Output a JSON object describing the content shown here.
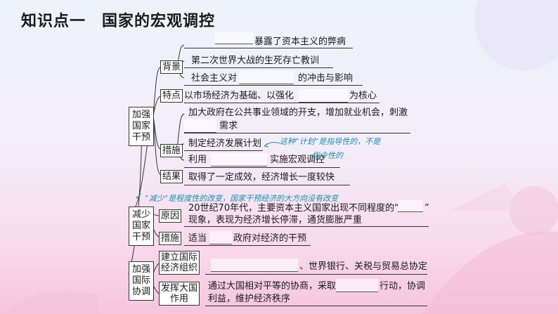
{
  "title": "知识点一　国家的宏观调控",
  "section1": {
    "label_lines": [
      "加强",
      "国家",
      "干预"
    ],
    "background": {
      "label": "背景",
      "items": [
        "暴露了资本主义的弊病",
        "第二次世界大战的生死存亡教训",
        "社会主义对",
        "的冲击与影响"
      ]
    },
    "features": {
      "label": "特点",
      "item_pre": "以市场经济为基础、以强化",
      "item_post": "为核心"
    },
    "measures": {
      "label": "措施",
      "item1_line1": "加大政府在公共事业领域的开支，增加就业机会，刺激",
      "item1_line2": "需求",
      "item2": "制定经济发展计划",
      "item3_pre": "利用",
      "item3_post": "实施宏观调控",
      "note_line1": "这种“计划”是指导性的，不是",
      "note_line2": "指令性的"
    },
    "result": {
      "label": "结果",
      "item": "取得了一定成效，经济增长一度较快"
    }
  },
  "note_middle": "“减少”是程度性的改变，国家干预经济的大方向没有改变",
  "section2": {
    "label_lines": [
      "减少",
      "国家",
      "干预"
    ],
    "cause": {
      "label": "原因",
      "line1_pre": "20世纪70年代，主要资本主义国家出现不同程度的“",
      "line1_post": "”",
      "line2": "现象，表现为经济增长停滞，通货膨胀严重"
    },
    "measures": {
      "label": "措施",
      "item_pre": "适当",
      "item_post": "政府对经济的干预"
    }
  },
  "section3": {
    "label_lines": [
      "加强",
      "国际",
      "协调"
    ],
    "org": {
      "label_lines": [
        "建立国际",
        "经济组织"
      ],
      "item": "、世界银行、关税与贸易总协定"
    },
    "role": {
      "label_lines": [
        "发挥大国",
        "作用"
      ],
      "line1_pre": "通过大国相对平等的协商，采取",
      "line1_post": "行动，协调",
      "line2": "利益，维护经济秩序"
    }
  }
}
